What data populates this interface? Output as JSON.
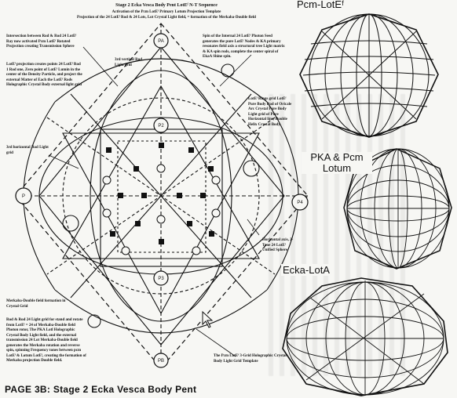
{
  "header": {
    "line1": "Stage 2 Ecka Vesca Body Pent LotEᶠ N-T Sequence",
    "line2": "Activation of the Pcm LotEᶠ Primary Lotum Projection Template",
    "line3": "Projection of the 24 LotEᶠ Rod & 24 Lots, Lot Crystal Light field, = formation of the Merkaba-Double field"
  },
  "notes": {
    "top_left": "Intersection between Rod & Rod 24 LotEᶠ Ray now activated Pcm LotEᶠ Rotated Projection creating Transmission Sphere",
    "left_mid": "LotEᶠ projection creates points 24 LotEᶠ Rod 1 Rod one, Zero point of LotEᶠ Lumin in the center of the Density Particle, and project the external Matter of Each the LotEᶠ Rods Holographic Crystal Body external light grid",
    "rod_label": "3rd vertical Rod Light grid",
    "top_right": "Spin of the Internal 24 LotEᶠ Photon Seed generates the pure LotEᶠ Nodes & KA primary resonates field axis a structural tree Light matrix & KA spin rods, complete the center spiral of EkaA Shine spin.",
    "right_mid": "LotEᶠ Rings grid LotEᶠ Pure Body Rod of Oricale Arc Crystal Pure Body Light grid of Pure Horizontal line, Double Helix Crystal Body",
    "left_side": "3rd horizontal Rod Light grid",
    "right_side": "Horizontal axis, 2-Tone 24 LotEᶠ Unified Sphere",
    "bottom_left_small": "Merkaba-Double field formation in Crystal Grid",
    "bottom_left": "Rod & Rod 24 Light grid for stand and rotate from LotEᶠ = 24 of Merkaba-Double field Photon rotor, The PKA Lotl Holographic Crystal Body Light field, and the external transmission 24 Lot Merkaba-Double field generates the Merkaba rotation and reverse spin, spinning Frequency tones between pcm LotEᶠ & Lotum LotEᶠ, creating the formation of Merkaba projection Double field.",
    "bottom_right": "The Pcm LotEᶠ 3-Grid Holographic Crystal Body Light Grid Template"
  },
  "circle_labels": {
    "top": "PA",
    "left": "P",
    "right": "P4",
    "bottom": "PB",
    "upper": "P2",
    "lower": "P3"
  },
  "side_labels": {
    "top": "Pcm-LotEᶠ",
    "middle_line1": "PKA & Pcm",
    "middle_line2": "Lotum",
    "bottom": "Ecka-LotA"
  },
  "page_tag": "PAGE 3B: Stage 2 Ecka Vesca Body Pent"
}
